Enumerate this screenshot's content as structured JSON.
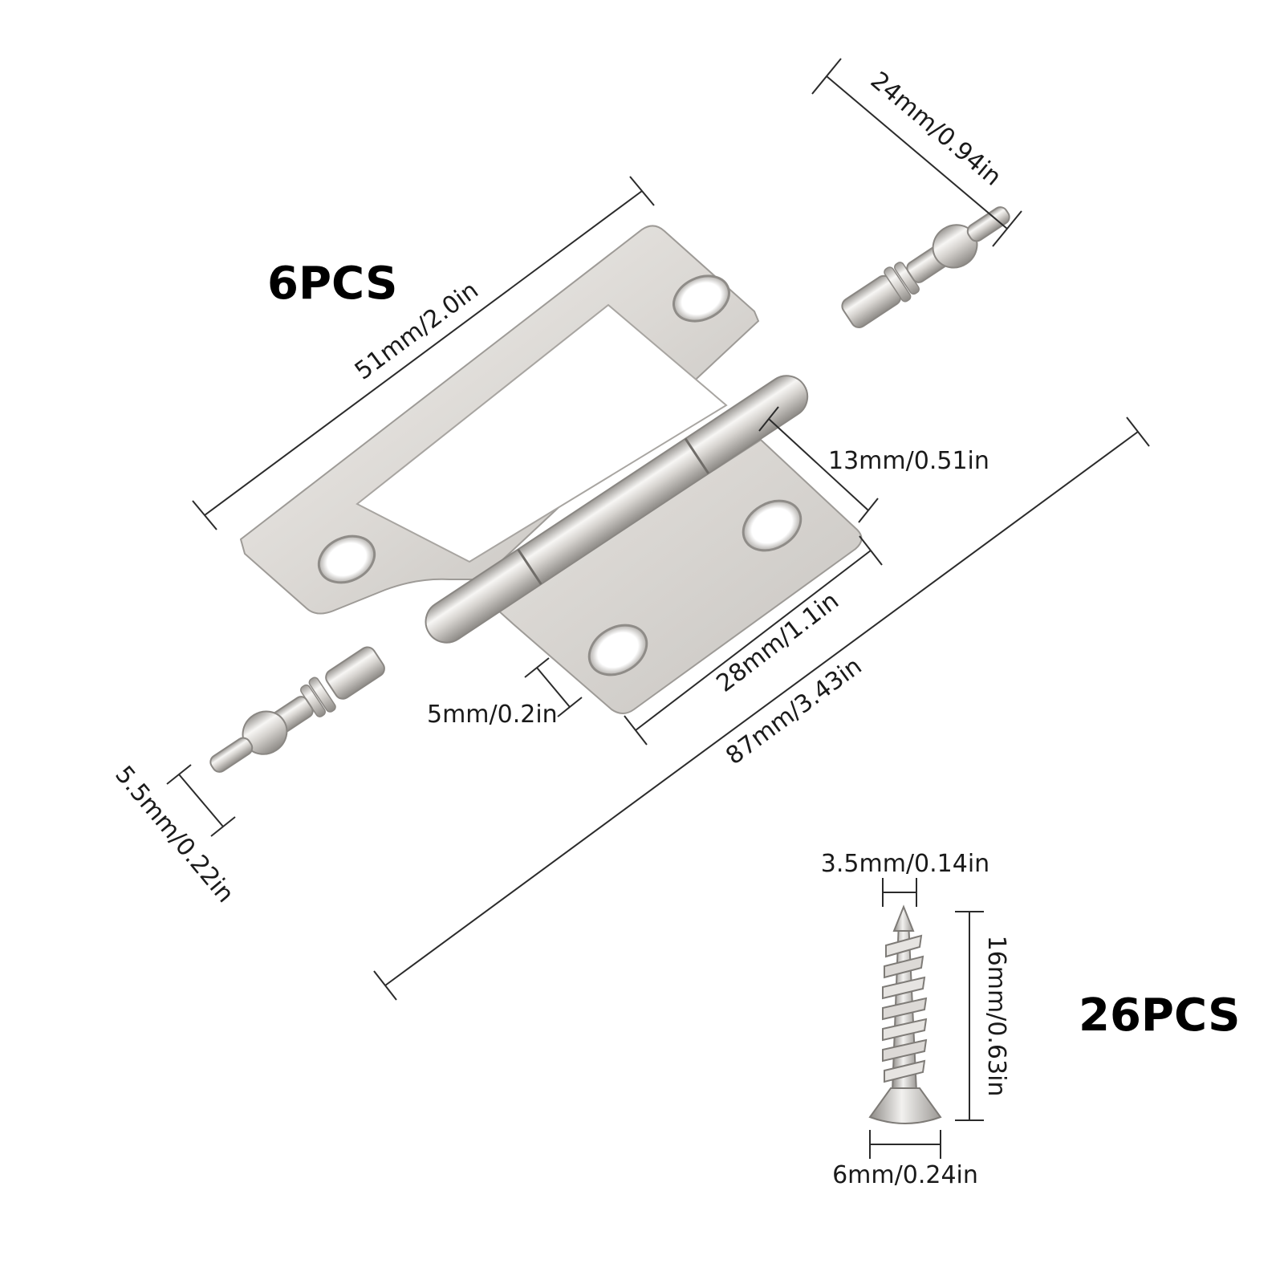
{
  "hinge": {
    "quantity_label": "6PCS",
    "dimensions": {
      "pin_length": "24mm/0.94in",
      "leaf_length": "51mm/2.0in",
      "leaf_width": "13mm/0.51in",
      "barrel_length": "28mm/1.1in",
      "overall_length": "87mm/3.43in",
      "knuckle_gap": "5mm/0.2in",
      "pin_diameter": "5.5mm/0.22in"
    }
  },
  "screw": {
    "quantity_label": "26PCS",
    "dimensions": {
      "shank_diameter": "3.5mm/0.14in",
      "length": "16mm/0.63in",
      "head_diameter": "6mm/0.24in"
    }
  },
  "colors": {
    "metal_light": "#e9e7e4",
    "metal_mid": "#c9c6c2",
    "metal_dark": "#8f8c88",
    "dimension_line": "#2b2b2b"
  }
}
